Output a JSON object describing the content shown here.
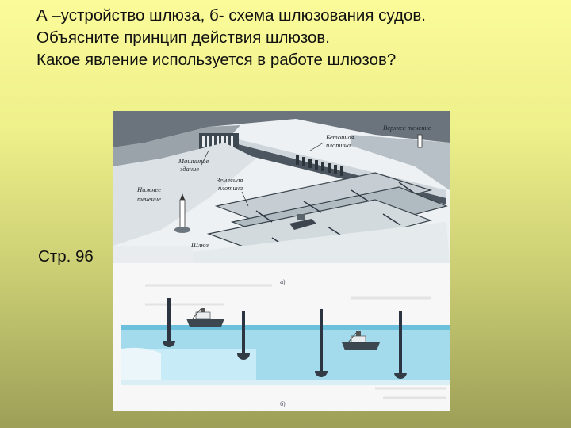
{
  "slide": {
    "lines": [
      "А –устройство шлюза, б- схема шлюзования судов.",
      "Объясните принцип действия шлюзов.",
      "Какое явление используется в работе шлюзов?"
    ],
    "page_ref": "Стр.  96"
  },
  "figure_top": {
    "labels": {
      "upper_flow": "Верхнее течение",
      "concrete_dam_1": "Бетонная",
      "concrete_dam_2": "плотина",
      "machine_1": "Машинное",
      "machine_2": "здание",
      "earth_dam_1": "Земляная",
      "earth_dam_2": "плотина",
      "lower_flow_1": "Нижнее",
      "lower_flow_2": "течение",
      "lock": "Шлюз"
    }
  },
  "figure_bottom": {
    "label_a": "а)",
    "label_b": "б)"
  },
  "colors": {
    "water": "#8fd0e6",
    "water_deep": "#5ab4d4",
    "ink": "#2b3440"
  }
}
